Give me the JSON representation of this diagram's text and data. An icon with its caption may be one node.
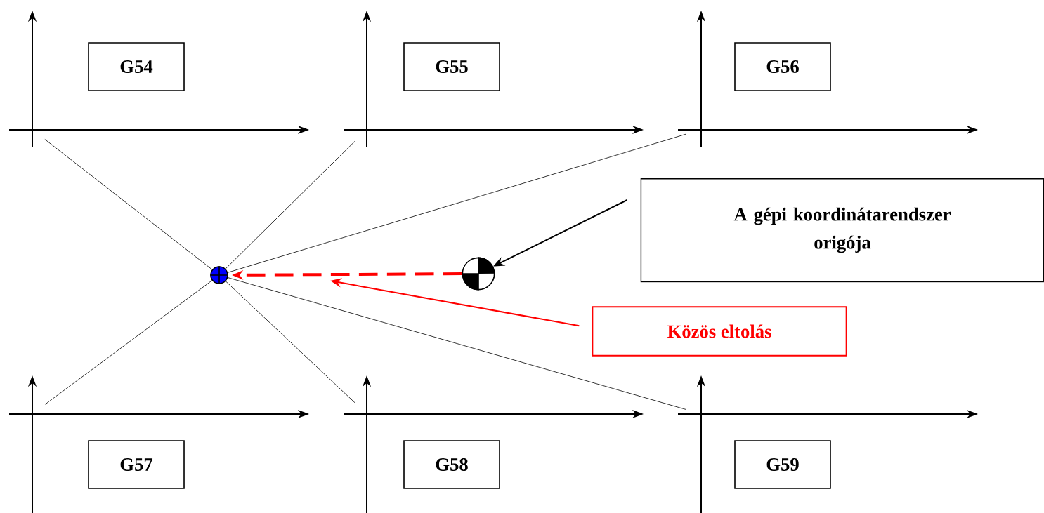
{
  "diagram": {
    "nodes": [
      {
        "text": [
          "G54"
        ]
      },
      {
        "text": [
          "G55"
        ]
      },
      {
        "text": [
          "G56"
        ]
      },
      {
        "text": [
          "G57"
        ]
      },
      {
        "text": [
          "G58"
        ]
      },
      {
        "text": [
          "G59"
        ]
      },
      {
        "text": [],
        "shape": "picture"
      },
      {
        "text": [],
        "shape": "picture"
      },
      {
        "text": [],
        "shape": "picture"
      },
      {
        "text": [],
        "shape": "picture"
      },
      {
        "text": [],
        "shape": "picture"
      },
      {
        "text": [],
        "shape": "picture"
      },
      {
        "text": [],
        "shape": "circle"
      },
      {
        "text": [],
        "shape": "circle"
      },
      {
        "text": [
          "A gépi koordinátarendszer origója"
        ]
      },
      {
        "text": [
          "Közös eltolás"
        ]
      }
    ],
    "edges": [
      {
        "from": 12,
        "to": 6,
        "arrow": "none"
      },
      {
        "from": 12,
        "to": 7,
        "arrow": "none"
      },
      {
        "from": 12,
        "to": 8,
        "arrow": "none"
      },
      {
        "from": 12,
        "to": 9,
        "arrow": "none"
      },
      {
        "from": 12,
        "to": 10,
        "arrow": "none"
      },
      {
        "from": 12,
        "to": 11,
        "arrow": "none"
      },
      {
        "from": 13,
        "to": 12,
        "arrow": "to",
        "style": "dashed",
        "color": "#ff0000"
      },
      {
        "from": 14,
        "to": 13,
        "arrow": "to"
      },
      {
        "from": 15,
        "to": null,
        "arrow": "to",
        "color": "#ff0000"
      }
    ]
  }
}
